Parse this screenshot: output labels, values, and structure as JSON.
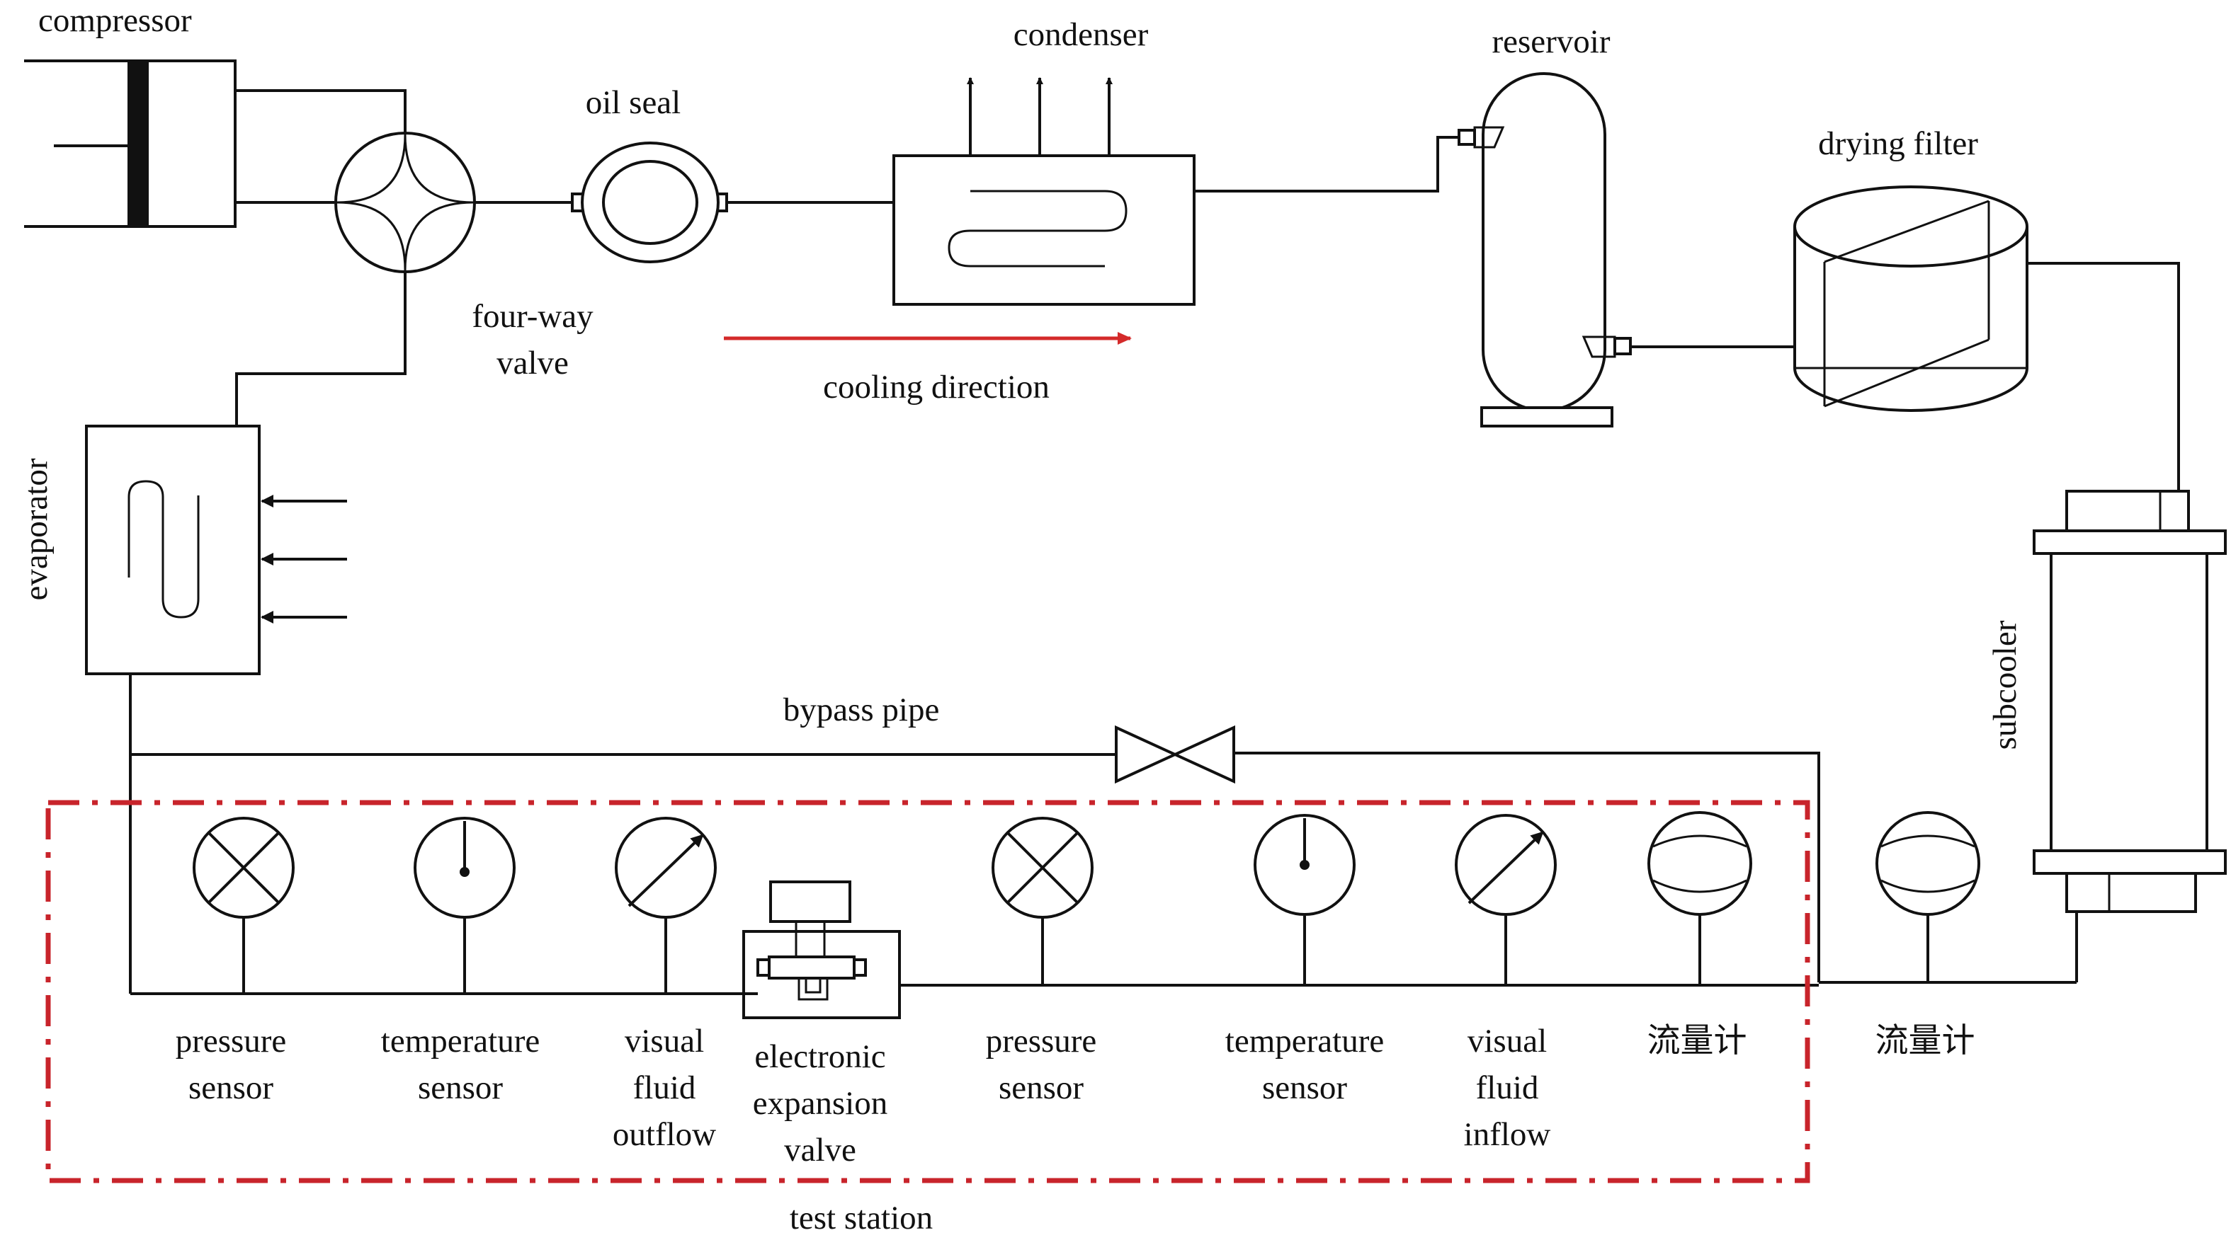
{
  "diagram": {
    "labels": {
      "compressor": "compressor",
      "oil_seal": "oil seal",
      "condenser": "condenser",
      "reservoir": "reservoir",
      "drying_filter": "drying filter",
      "four_way_valve": [
        "four-way",
        "valve"
      ],
      "cooling_direction": "cooling direction",
      "evaporator": "evaporator",
      "subcooler": "subcooler",
      "bypass_pipe": "bypass pipe",
      "test_station": "test station",
      "pressure_sensor_1": [
        "pressure",
        "sensor"
      ],
      "temperature_sensor_1": [
        "temperature",
        "sensor"
      ],
      "visual_fluid_outflow": [
        "visual",
        "fluid",
        "outflow"
      ],
      "electronic_expansion_valve": [
        "electronic",
        "expansion",
        "valve"
      ],
      "pressure_sensor_2": [
        "pressure",
        "sensor"
      ],
      "temperature_sensor_2": [
        "temperature",
        "sensor"
      ],
      "visual_fluid_inflow": [
        "visual",
        "fluid",
        "inflow"
      ],
      "flowmeter_1": "流量计",
      "flowmeter_2": "流量计"
    },
    "colors": {
      "line": "#111111",
      "test_station_border": "#c8242b",
      "cooling_arrow": "#d42a2a"
    }
  }
}
